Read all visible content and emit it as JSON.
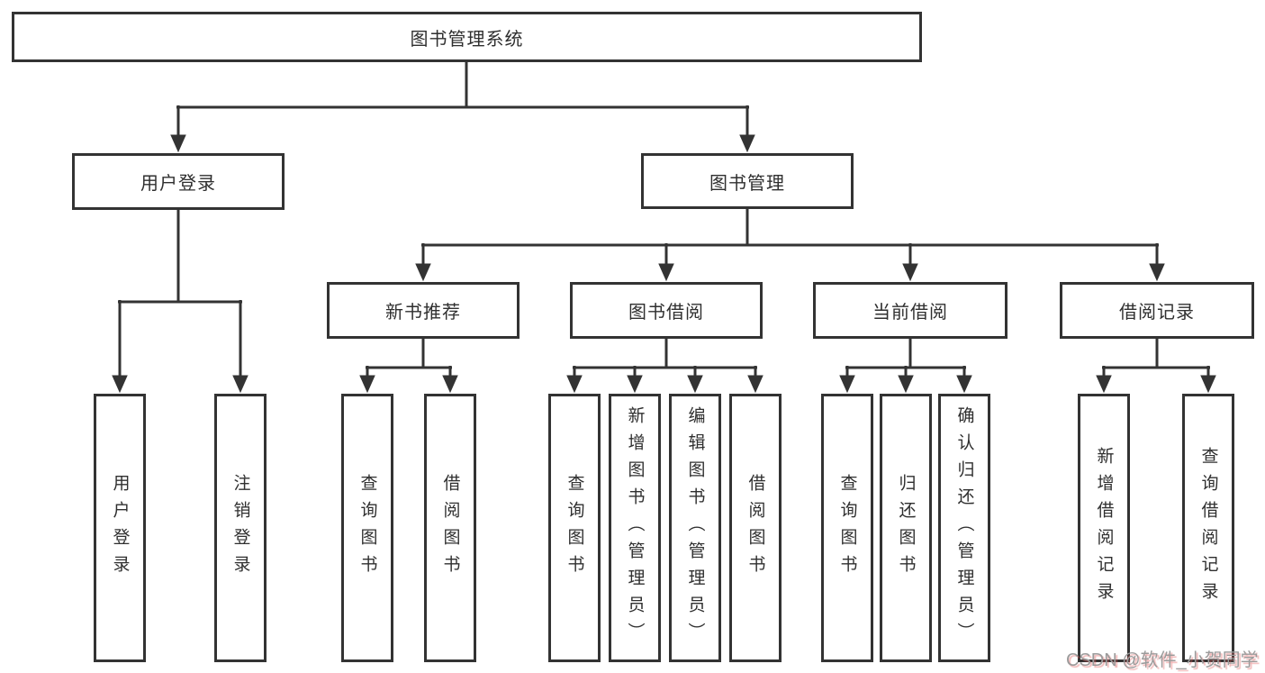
{
  "tree": {
    "root": {
      "label": "图书管理系统",
      "children": [
        {
          "label": "用户登录",
          "children": [
            {
              "label": "用户登录"
            },
            {
              "label": "注销登录"
            }
          ]
        },
        {
          "label": "图书管理",
          "children": [
            {
              "label": "新书推荐",
              "children": [
                {
                  "label": "查询图书"
                },
                {
                  "label": "借阅图书"
                }
              ]
            },
            {
              "label": "图书借阅",
              "children": [
                {
                  "label": "查询图书"
                },
                {
                  "label": "新增图书（管理员）"
                },
                {
                  "label": "编辑图书（管理员）"
                },
                {
                  "label": "借阅图书"
                }
              ]
            },
            {
              "label": "当前借阅",
              "children": [
                {
                  "label": "查询图书"
                },
                {
                  "label": "归还图书"
                },
                {
                  "label": "确认归还（管理员）"
                }
              ]
            },
            {
              "label": "借阅记录",
              "children": [
                {
                  "label": "新增借阅记录"
                },
                {
                  "label": "查询借阅记录"
                }
              ]
            }
          ]
        }
      ]
    }
  },
  "watermark": "CSDN @软件_小贺同学",
  "colors": {
    "line": "#333333",
    "box_fill": "#ffffff",
    "text": "#2f2f2f",
    "watermark_gray": "#9b9b9b"
  }
}
